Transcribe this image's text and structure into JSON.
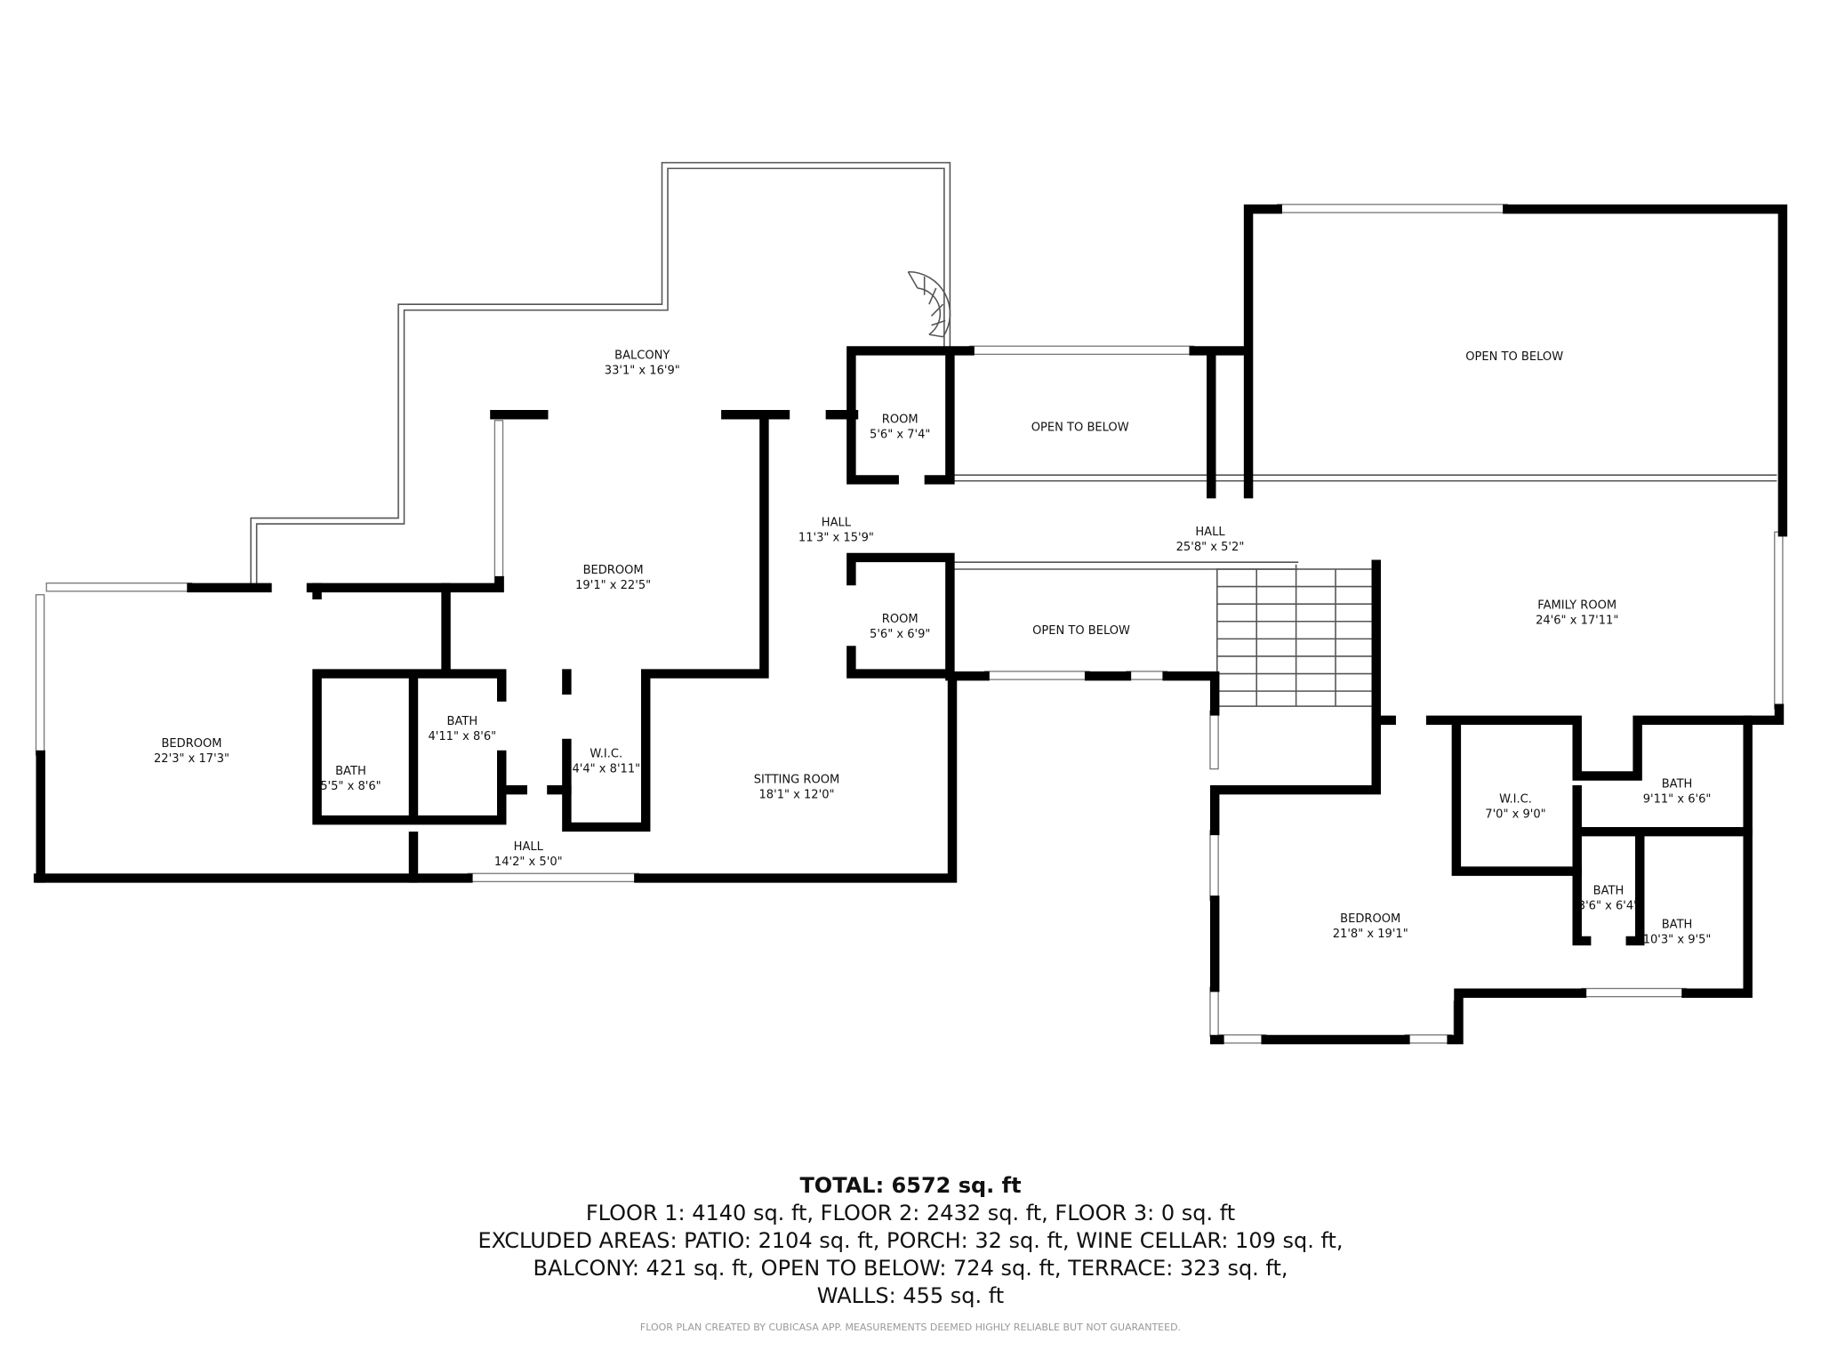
{
  "rooms": {
    "balcony": {
      "name": "BALCONY",
      "dim": "33'1\" x 16'9\""
    },
    "bedroom_left": {
      "name": "BEDROOM",
      "dim": "22'3\" x 17'3\""
    },
    "bath_a": {
      "name": "BATH",
      "dim": "5'5\" x 8'6\""
    },
    "bath_b": {
      "name": "BATH",
      "dim": "4'11\" x 8'6\""
    },
    "wic_a": {
      "name": "W.I.C.",
      "dim": "4'4\" x 8'11\""
    },
    "bedroom_mid": {
      "name": "BEDROOM",
      "dim": "19'1\" x 22'5\""
    },
    "hall_a": {
      "name": "HALL",
      "dim": "14'2\" x 5'0\""
    },
    "sitting_room": {
      "name": "SITTING ROOM",
      "dim": "18'1\" x 12'0\""
    },
    "hall_b": {
      "name": "HALL",
      "dim": "11'3\" x 15'9\""
    },
    "room_a": {
      "name": "ROOM",
      "dim": "5'6\" x 7'4\""
    },
    "room_b": {
      "name": "ROOM",
      "dim": "5'6\" x 6'9\""
    },
    "open_a": {
      "name": "OPEN TO BELOW"
    },
    "open_b": {
      "name": "OPEN TO BELOW"
    },
    "open_c": {
      "name": "OPEN TO BELOW"
    },
    "hall_c": {
      "name": "HALL",
      "dim": "25'8\" x 5'2\""
    },
    "family_room": {
      "name": "FAMILY ROOM",
      "dim": "24'6\" x 17'11\""
    },
    "wic_b": {
      "name": "W.I.C.",
      "dim": "7'0\" x 9'0\""
    },
    "bath_c": {
      "name": "BATH",
      "dim": "9'11\" x 6'6\""
    },
    "bath_d": {
      "name": "BATH",
      "dim": "3'6\" x 6'4\""
    },
    "bath_e": {
      "name": "BATH",
      "dim": "10'3\" x 9'5\""
    },
    "bedroom_right": {
      "name": "BEDROOM",
      "dim": "21'8\" x 19'1\""
    }
  },
  "summary": {
    "total": "TOTAL: 6572 sq. ft",
    "floors": "FLOOR 1: 4140 sq. ft, FLOOR 2: 2432 sq. ft, FLOOR 3: 0 sq. ft",
    "excluded_1": "EXCLUDED AREAS: PATIO: 2104 sq. ft, PORCH: 32 sq. ft, WINE CELLAR: 109 sq. ft,",
    "excluded_2": "BALCONY: 421 sq. ft, OPEN TO BELOW: 724 sq. ft, TERRACE: 323 sq. ft,",
    "walls": "WALLS: 455 sq. ft"
  },
  "disclaimer": "FLOOR PLAN CREATED BY CUBICASA APP. MEASUREMENTS DEEMED HIGHLY RELIABLE BUT NOT GUARANTEED."
}
